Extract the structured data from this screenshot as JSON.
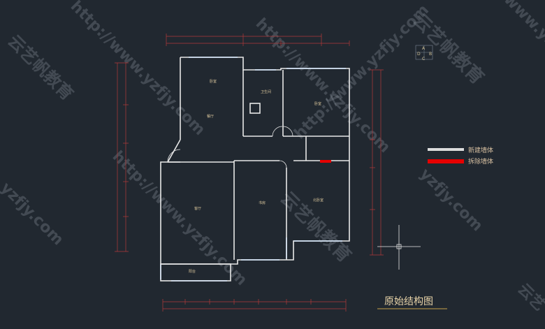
{
  "watermarks": {
    "url": "http://www.yzfjy.com",
    "brand": "云艺帆教育",
    "partial_url": "yzfjy.com",
    "partial_brand": "云艺",
    "corner_url": "www.yzfj"
  },
  "compass": {
    "a": "A",
    "b": "B",
    "c": "C",
    "d": "D"
  },
  "rooms": {
    "master_bedroom": "卧室",
    "bathroom": "卫生间",
    "dining": "餐厅",
    "bedroom2": "卧室",
    "living_room": "客厅",
    "bedroom3": "书房",
    "study": "北卧室",
    "balcony": "阳台"
  },
  "legend": {
    "new_wall_label": "新建墙体",
    "new_wall_color": "#dcdcdc",
    "demolish_wall_label": "拆除墙体",
    "demolish_wall_color": "#e60000"
  },
  "drawing_title": "原始结构图",
  "colors": {
    "background": "#212830",
    "wall": "#e8e8e8",
    "window": "#5b8fd0",
    "dimension": "#b23a3a",
    "dimension_text": "#c9a24a"
  }
}
